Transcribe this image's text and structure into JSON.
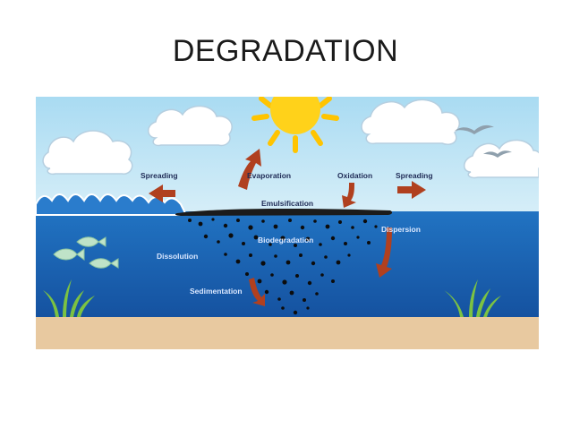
{
  "slide": {
    "title": "DEGRADATION"
  },
  "diagram": {
    "labels": {
      "spreading_left": "Spreading",
      "evaporation": "Evaporation",
      "oxidation": "Oxidation",
      "spreading_right": "Spreading",
      "emulsification": "Emulsification",
      "biodegradation": "Biodegradation",
      "dispersion": "Dispersion",
      "dissolution": "Dissolution",
      "sedimentation": "Sedimentation"
    },
    "colors": {
      "sky": "#bfe3f4",
      "sea": "#1e6ab8",
      "sea_deep": "#1552a0",
      "sand": "#e8c9a0",
      "arrow": "#b0401f",
      "sun": "#ffd21a",
      "oil": "#1b1b1b"
    }
  }
}
